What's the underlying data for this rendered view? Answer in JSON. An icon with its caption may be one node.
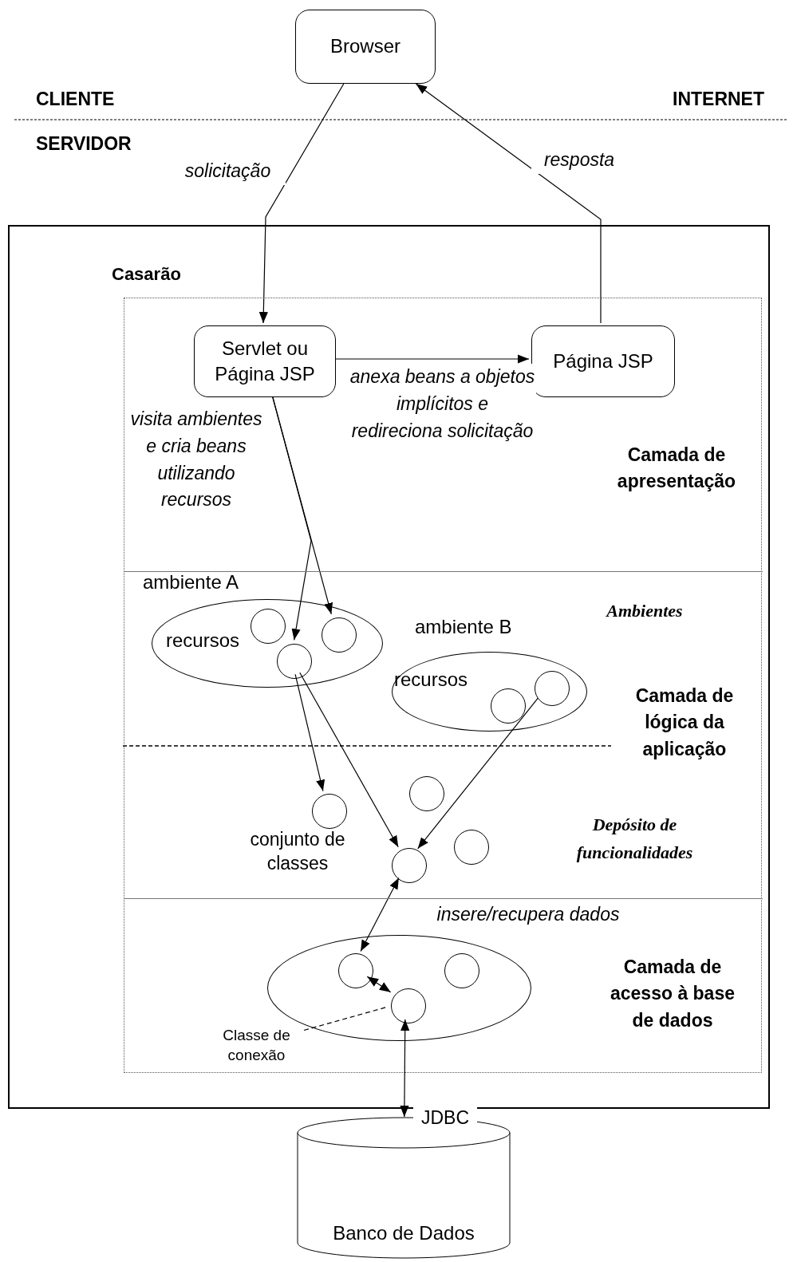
{
  "diagram": {
    "nodes": [
      {
        "text": [
          "Browser"
        ]
      },
      {
        "text": [],
        "shape": "box"
      },
      {
        "text": [
          "Casarão"
        ],
        "in": 1
      },
      {
        "text": [
          "Camada de apresentação"
        ],
        "in": 2
      },
      {
        "text": [
          "Servlet ou Página JSP"
        ],
        "in": 3
      },
      {
        "text": [
          "Página JSP"
        ],
        "in": 3
      },
      {
        "text": [
          "Ambientes",
          "Camada de lógica da aplicação",
          "Depósito de funcionalidades"
        ],
        "in": 2
      },
      {
        "text": [
          "ambiente A",
          "recursos"
        ],
        "in": 6
      },
      {
        "text": [],
        "shape": "circle",
        "in": 7
      },
      {
        "text": [],
        "shape": "circle",
        "in": 7
      },
      {
        "text": [],
        "shape": "circle",
        "in": 7
      },
      {
        "text": [
          "ambiente B",
          "recursos"
        ],
        "in": 6
      },
      {
        "text": [],
        "shape": "circle",
        "in": 11
      },
      {
        "text": [],
        "shape": "circle",
        "in": 11
      },
      {
        "text": [],
        "shape": "circle",
        "in": 6
      },
      {
        "text": [],
        "shape": "circle",
        "in": 6
      },
      {
        "text": [],
        "shape": "circle",
        "in": 6
      },
      {
        "text": [],
        "shape": "circle",
        "in": 6
      },
      {
        "text": [
          "Camada de acesso à base de dados"
        ],
        "in": 2
      },
      {
        "text": [],
        "shape": "ellipse",
        "in": 18
      },
      {
        "text": [],
        "shape": "circle",
        "in": 19
      },
      {
        "text": [],
        "shape": "circle",
        "in": 19
      },
      {
        "text": [],
        "shape": "circle",
        "in": 19
      },
      {
        "text": [
          "Classe de conexão"
        ],
        "in": 18
      },
      {
        "text": [
          "Banco de Dados"
        ]
      }
    ],
    "edges": [
      {
        "from": 0,
        "to": 4,
        "arrow": "to",
        "label": "solicitação"
      },
      {
        "from": 5,
        "to": 0,
        "arrow": "to",
        "label": "resposta"
      },
      {
        "from": 4,
        "to": 5,
        "arrow": "to",
        "label": "anexa beans a objetos implícitos e redireciona solicitação"
      },
      {
        "from": 4,
        "to": 9,
        "arrow": "to",
        "label": "visita ambientes e cria beans utilizando recursos"
      },
      {
        "from": 4,
        "to": 10,
        "arrow": "to"
      },
      {
        "from": 10,
        "to": 14,
        "arrow": "to"
      },
      {
        "from": 10,
        "to": 17,
        "arrow": "to"
      },
      {
        "from": 13,
        "to": 17,
        "arrow": "to"
      },
      {
        "from": 17,
        "to": 20,
        "arrow": "both",
        "label": "insere/recupera dados"
      },
      {
        "from": 20,
        "to": 22,
        "arrow": "both"
      },
      {
        "from": 23,
        "to": 22,
        "arrow": "none",
        "style": "dashed"
      },
      {
        "from": 22,
        "to": 24,
        "arrow": "both",
        "label": "JDBC"
      }
    ],
    "labels": [
      "CLIENTE",
      "INTERNET",
      "SERVIDOR",
      "conjunto de classes"
    ]
  }
}
